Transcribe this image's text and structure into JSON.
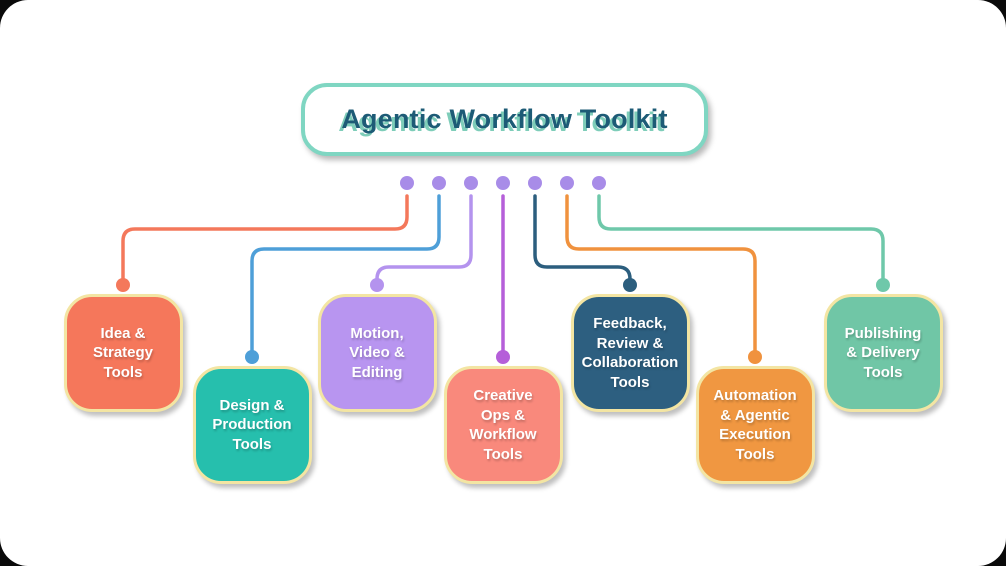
{
  "title": {
    "text": "Agentic Workflow Toolkit",
    "text_color": "#1d5b76",
    "text_shadow_color": "#7ecdb9",
    "border_color": "#7fd6c2"
  },
  "palette": {
    "card_background": "#ffffff",
    "outside_background": "#0a0a0a",
    "box_border": "#f3e5a3",
    "stem_dot": "#a88ce8"
  },
  "nodes": [
    {
      "label": "Idea &\nStrategy\nTools",
      "box_color": "#f5775b",
      "connector_color": "#f4785b"
    },
    {
      "label": "Design &\nProduction\nTools",
      "box_color": "#26bfad",
      "connector_color": "#4e9fd8"
    },
    {
      "label": "Motion,\nVideo &\nEditing",
      "box_color": "#b895f0",
      "connector_color": "#b493ee"
    },
    {
      "label": "Creative\nOps &\nWorkflow\nTools",
      "box_color": "#f9897c",
      "connector_color": "#b55fd9"
    },
    {
      "label": "Feedback,\nReview &\nCollaboration\nTools",
      "box_color": "#2d5f80",
      "connector_color": "#2c5e7e"
    },
    {
      "label": "Automation\n& Agentic\nExecution\nTools",
      "box_color": "#f09741",
      "connector_color": "#f0923e"
    },
    {
      "label": "Publishing\n& Delivery\nTools",
      "box_color": "#70c6a6",
      "connector_color": "#6fc8aa"
    }
  ]
}
